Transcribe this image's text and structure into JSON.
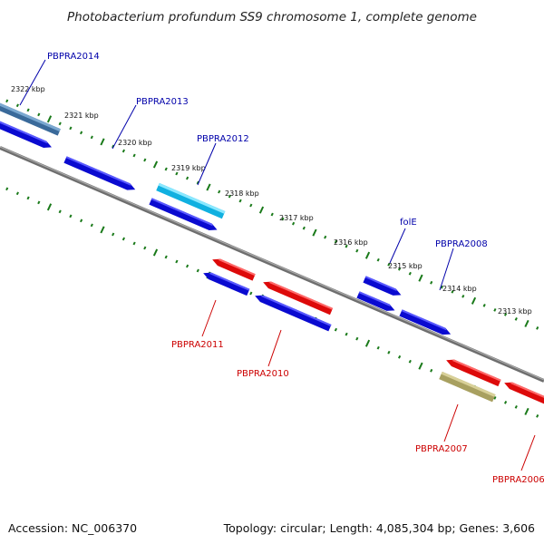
{
  "title": "Photobacterium profundum SS9 chromosome 1, complete genome",
  "footer": {
    "accession": "Accession: NC_006370",
    "summary": "Topology: circular; Length: 4,085,304 bp; Genes: 3,606"
  },
  "colors": {
    "backbone": "#808080",
    "ticks": "#1a7a1a",
    "label_forward": "#0000aa",
    "label_reverse": "#cc0000",
    "gene_blue": "#1010e0",
    "gene_red": "#ee1010",
    "gene_steelblue": "#4a7fb0",
    "gene_cyan": "#18c0ee",
    "gene_khaki": "#b8b070"
  },
  "scale_labels": [
    "2322 kbp",
    "2321 kbp",
    "2320 kbp",
    "2319 kbp",
    "2318 kbp",
    "2317 kbp",
    "2316 kbp",
    "2315 kbp",
    "2314 kbp",
    "2313 kbp"
  ],
  "gene_labels": [
    {
      "name": "PBPRA2014",
      "strand": "forward"
    },
    {
      "name": "PBPRA2013",
      "strand": "forward"
    },
    {
      "name": "PBPRA2012",
      "strand": "forward"
    },
    {
      "name": "folE",
      "strand": "forward"
    },
    {
      "name": "PBPRA2008",
      "strand": "forward"
    },
    {
      "name": "PBPRA2011",
      "strand": "reverse"
    },
    {
      "name": "PBPRA2010",
      "strand": "reverse"
    },
    {
      "name": "PBPRA2007",
      "strand": "reverse"
    },
    {
      "name": "PBPRA2006",
      "strand": "reverse"
    }
  ]
}
